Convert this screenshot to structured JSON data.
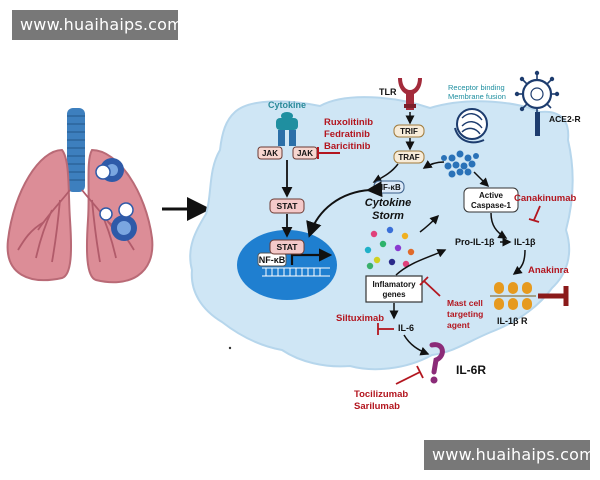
{
  "watermark_top": "www.huaihaips.com",
  "watermark_bottom": "www.huaihaips.com",
  "labels": {
    "cytokine": "Cytokine",
    "jak_left": "JAK",
    "jak_right": "JAK",
    "jak_inhibitor_1": "Ruxolitinib",
    "jak_inhibitor_2": "Fedratinib",
    "jak_inhibitor_3": "Baricitinib",
    "stat_1": "STAT",
    "stat_2": "STAT",
    "nfkb_nucleus": "NF-κB",
    "tlr": "TLR",
    "trif": "TRIF",
    "traf": "TRAF",
    "nfkb": "NF-κB",
    "cytokine_storm_1": "Cytokine",
    "cytokine_storm_2": "Storm",
    "receptor_binding_1": "Receptor binding",
    "receptor_binding_2": "Membrane fusion",
    "ace2": "ACE2-R",
    "caspase_1": "Active",
    "caspase_2": "Caspase-1",
    "canakinumab": "Canakinumab",
    "pro_il1b": "Pro-IL-1β",
    "il1b": "IL-1β",
    "anakinra": "Anakinra",
    "il1br": "IL-1β R",
    "inflammatory_1": "Inflamatory",
    "inflammatory_2": "genes",
    "mast_1": "Mast cell",
    "mast_2": "targeting",
    "mast_3": "agent",
    "siltuximab": "Siltuximab",
    "il6": "IL-6",
    "il6r": "IL-6R",
    "tocilizumab": "Tocilizumab",
    "sarilumab": "Sarilumab"
  },
  "colors": {
    "cell_fill": "#cfe6f5",
    "nucleus_fill": "#1f7fd0",
    "inhibitor_red": "#b3161f",
    "receptor_teal": "#1f8fa0",
    "lung_pink": "#dc8d97",
    "trachea_blue": "#3d7fbe",
    "tlr_red": "#a32b3b",
    "caspase_blue": "#2a72b8",
    "il1r_orange": "#e69a1f",
    "il6r_purple": "#8b2b78"
  },
  "icons": [
    "lungs-icon",
    "virus-icon",
    "receptor-icon",
    "tlr-icon",
    "caspase-cluster-icon",
    "cytokine-dots-icon",
    "il1-receptor-icon",
    "il6-receptor-icon",
    "membrane-fusion-icon"
  ]
}
